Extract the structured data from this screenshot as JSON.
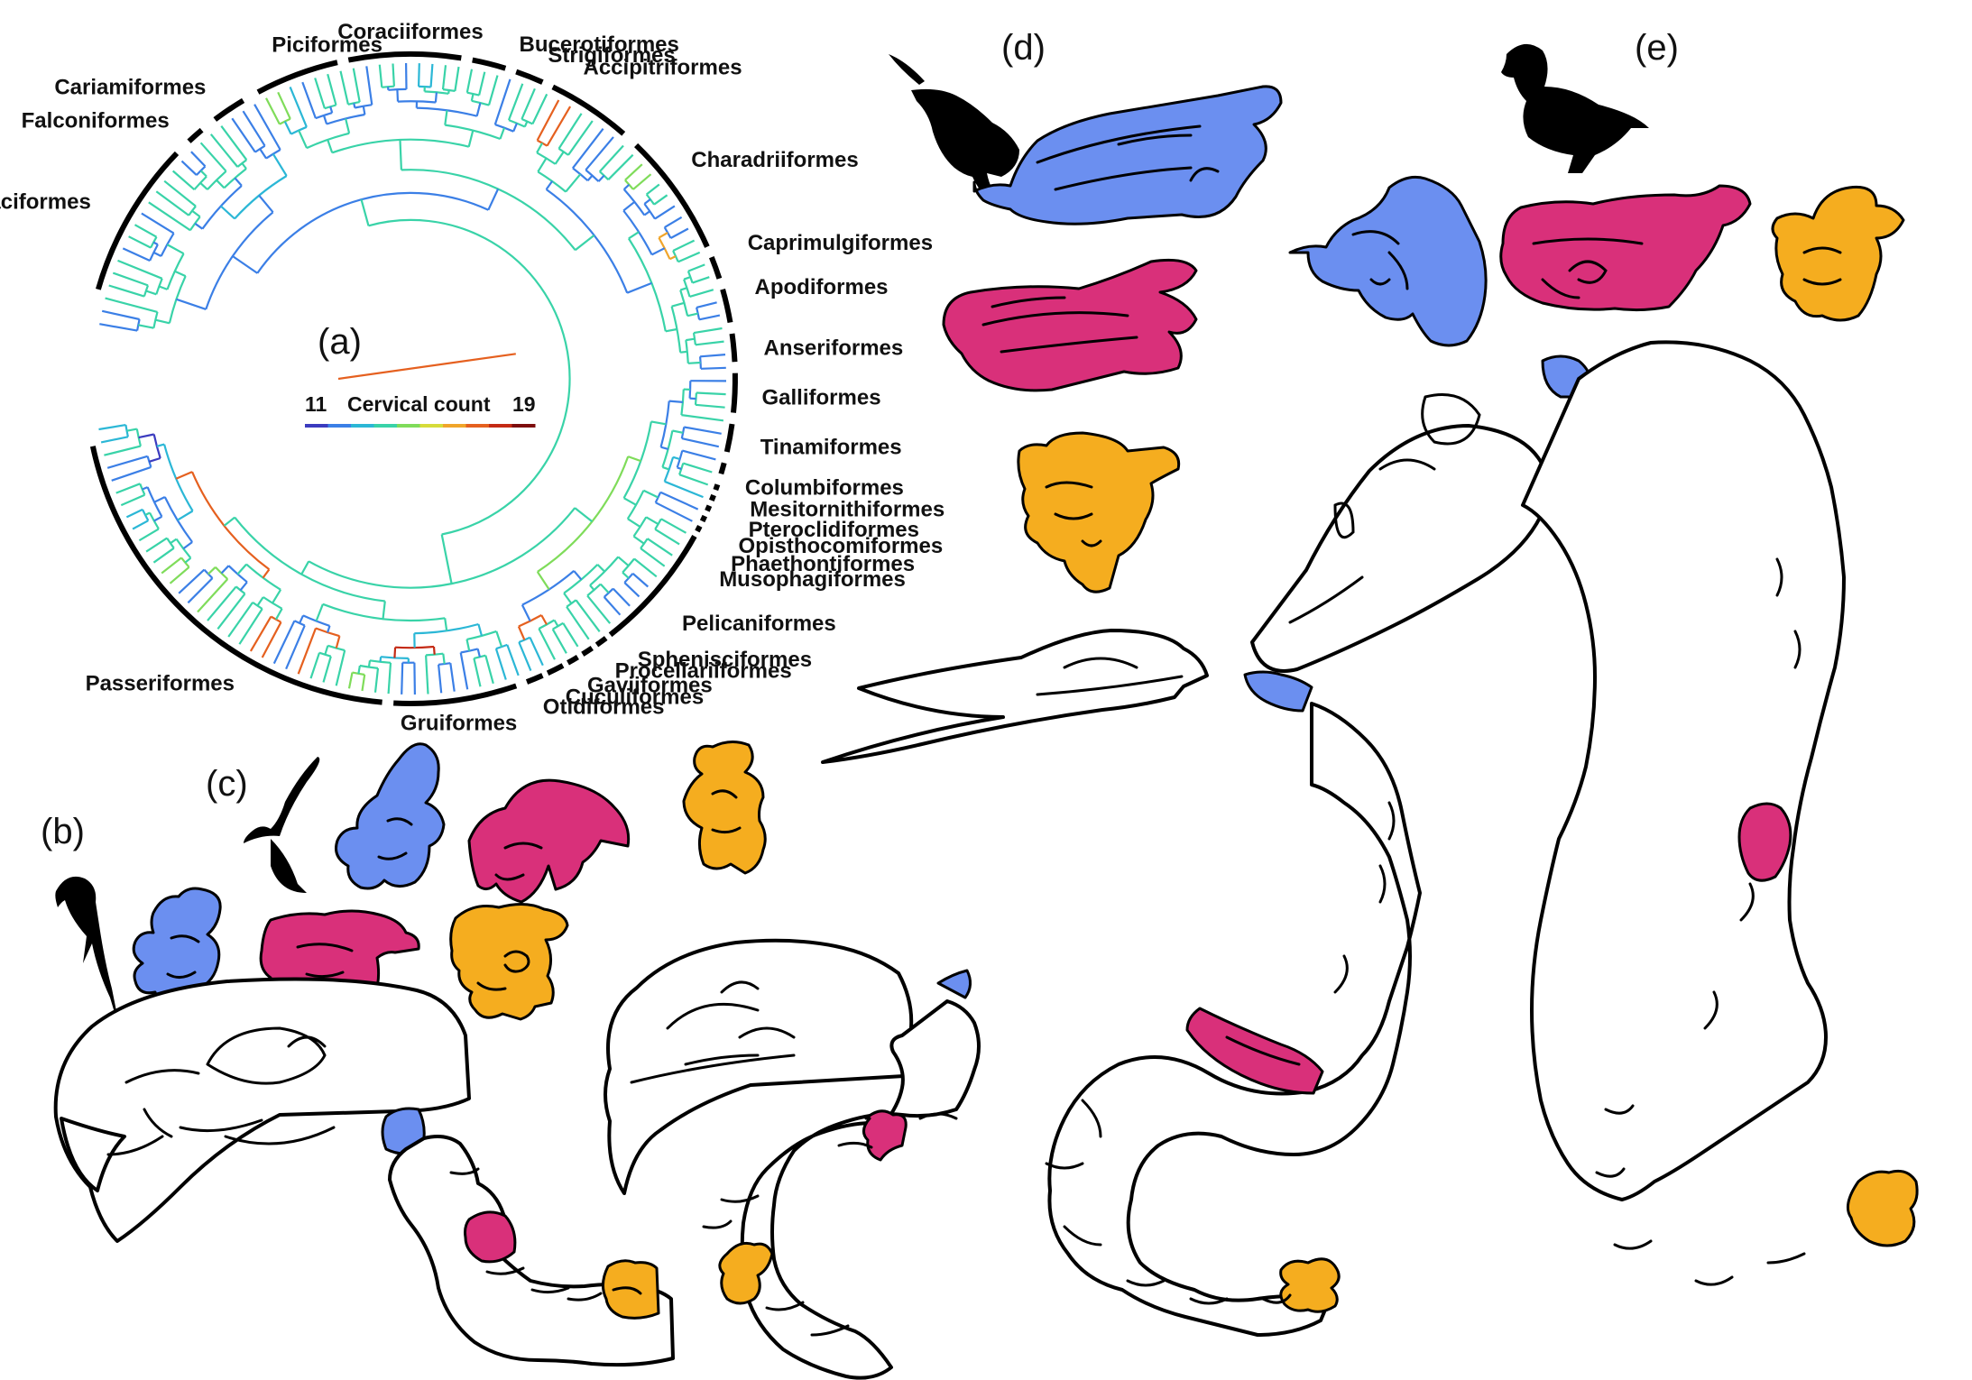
{
  "panels": {
    "a": "(a)",
    "b": "(b)",
    "c": "(c)",
    "d": "(d)",
    "e": "(e)"
  },
  "legend": {
    "title": "Cervical count",
    "min": "11",
    "max": "19",
    "colors": [
      "#3b3bbf",
      "#3b7fe6",
      "#2bb7d6",
      "#39d3a8",
      "#7fdc5a",
      "#d6dc3a",
      "#f0a52a",
      "#e5601f",
      "#c42a14",
      "#7d0d0d"
    ]
  },
  "orders": [
    "Psittaciformes",
    "Falconiformes",
    "Cariamiformes",
    "Piciformes",
    "Coraciiformes",
    "Bucerotiformes",
    "Strigiformes",
    "Accipitriformes",
    "Charadriiformes",
    "Caprimulgiformes",
    "Apodiformes",
    "Anseriformes",
    "Galliformes",
    "Tinamiformes",
    "Columbiformes",
    "Mesitornithiformes",
    "Pteroclidiformes",
    "Opisthocomiformes",
    "Phaethontiformes",
    "Musophagiformes",
    "Pelicaniformes",
    "Sphenisciformes",
    "Procellariiformes",
    "Gaviiformes",
    "Cuculiformes",
    "Otidiformes",
    "Gruiformes",
    "Passeriformes"
  ],
  "vertebra_colors": {
    "anterior": "#6b8ff0",
    "middle": "#d9307a",
    "posterior": "#f5ad1f"
  }
}
